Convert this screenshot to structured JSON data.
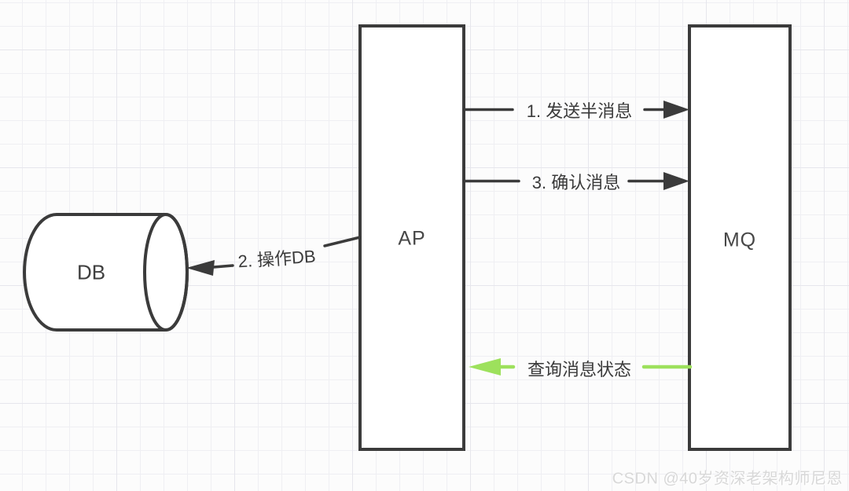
{
  "diagram": {
    "nodes": {
      "db": {
        "label": "DB",
        "shape": "cylinder"
      },
      "ap": {
        "label": "AP",
        "shape": "rectangle"
      },
      "mq": {
        "label": "MQ",
        "shape": "rectangle"
      }
    },
    "edges": {
      "send_half_message": {
        "label": "1. 发送半消息",
        "from": "AP",
        "to": "MQ",
        "color": "#3b3b3b"
      },
      "operate_db": {
        "label": "2. 操作DB",
        "from": "AP",
        "to": "DB",
        "color": "#3b3b3b"
      },
      "confirm_message": {
        "label": "3. 确认消息",
        "from": "AP",
        "to": "MQ",
        "color": "#3b3b3b"
      },
      "query_message_status": {
        "label": "查询消息状态",
        "from": "MQ",
        "to": "AP",
        "color": "#9de15c"
      }
    }
  },
  "watermark": {
    "text": "CSDN @40岁资深老架构师尼恩",
    "color": "#d8d8d8"
  },
  "colors": {
    "stroke": "#3b3b3b",
    "accent_green": "#9de15c",
    "background": "#fcfcfc",
    "grid_line": "#efeff3"
  }
}
